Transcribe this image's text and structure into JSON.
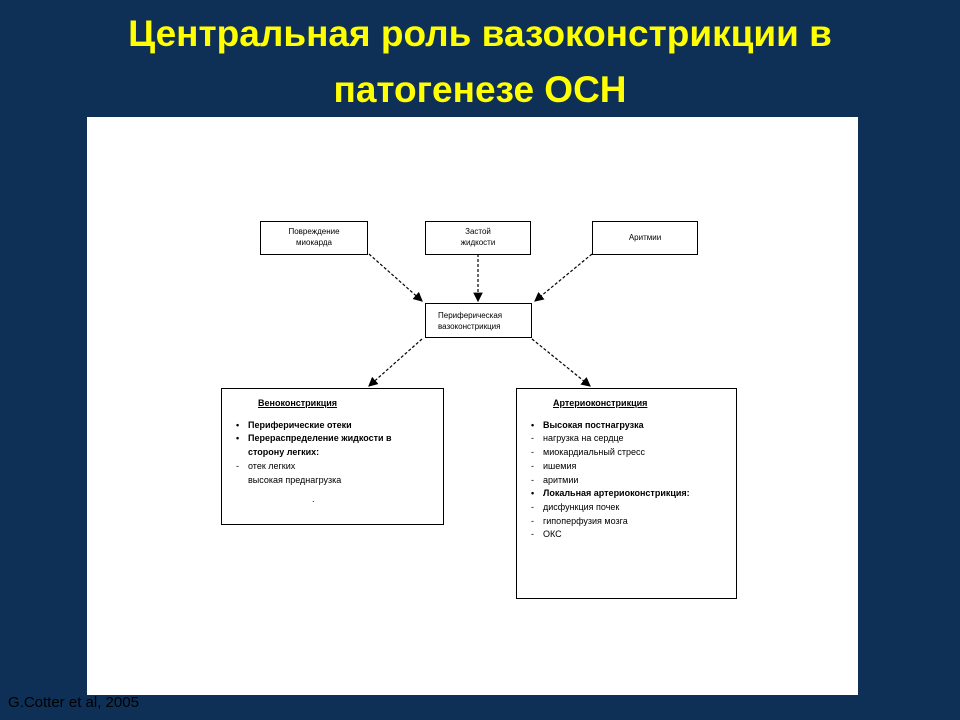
{
  "title": "Центральная роль вазоконстрикции в патогенезе ОСН",
  "causes": {
    "damage": [
      "Повреждение",
      "миокарда"
    ],
    "fluid": [
      "Застой",
      "жидкости"
    ],
    "arrhythmia": [
      "Аритмии"
    ]
  },
  "center": [
    "Периферическая",
    "вазоконстрикция"
  ],
  "veno": {
    "heading": "Веноконстрикция",
    "lines": [
      {
        "kind": "bullet",
        "text": "Периферические отеки"
      },
      {
        "kind": "bullet",
        "text": "Перераспределение жидкости в"
      },
      {
        "kind": "cont",
        "text": "сторону легких:"
      },
      {
        "kind": "dash",
        "text": "отек легких"
      },
      {
        "kind": "plain",
        "text": "высокая преднагрузка"
      },
      {
        "kind": "dot",
        "text": "."
      }
    ]
  },
  "arterio": {
    "heading": "Артериоконстрикция",
    "lines": [
      {
        "kind": "bullet",
        "text": "Высокая постнагрузка"
      },
      {
        "kind": "dash",
        "text": "нагрузка на сердце"
      },
      {
        "kind": "dash",
        "text": "миокардиальный стресс"
      },
      {
        "kind": "dash",
        "text": "ишемия"
      },
      {
        "kind": "dash",
        "text": "аритмии"
      },
      {
        "kind": "bullet",
        "text": "Локальная артериоконстрикция:"
      },
      {
        "kind": "dash",
        "text": "дисфункция почек"
      },
      {
        "kind": "dash",
        "text": "гипоперфузия мозга"
      },
      {
        "kind": "dash",
        "text": "ОКС"
      }
    ]
  },
  "citation": "G.Cotter et al, 2005"
}
